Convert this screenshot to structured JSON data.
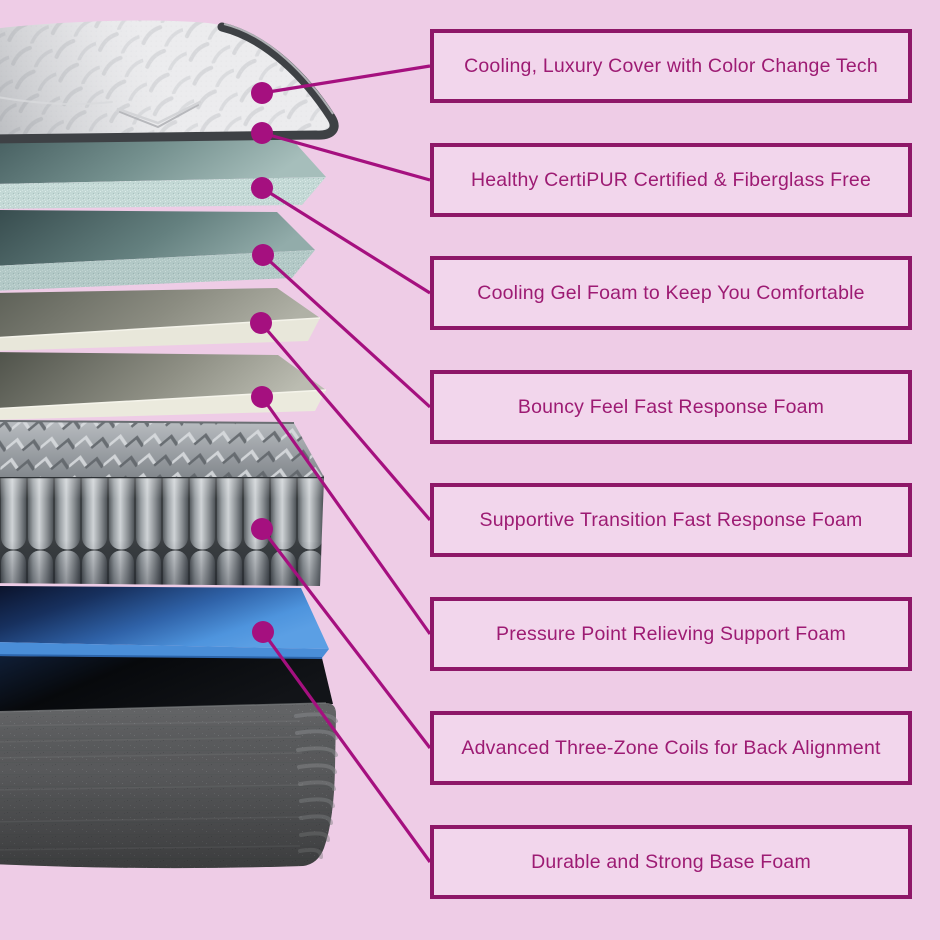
{
  "infographic": {
    "callouts": [
      {
        "id": "cover",
        "label": "Cooling, Luxury Cover with Color Change Tech"
      },
      {
        "id": "certipur",
        "label": "Healthy CertiPUR Certified & Fiberglass Free"
      },
      {
        "id": "gel-foam",
        "label": "Cooling Gel Foam to Keep You Comfortable"
      },
      {
        "id": "bouncy",
        "label": "Bouncy Feel Fast Response Foam"
      },
      {
        "id": "transition",
        "label": "Supportive Transition Fast Response Foam"
      },
      {
        "id": "pressure",
        "label": "Pressure Point Relieving Support Foam"
      },
      {
        "id": "coils",
        "label": "Advanced Three-Zone Coils for Back Alignment"
      },
      {
        "id": "base",
        "label": "Durable and Strong Base Foam"
      }
    ]
  },
  "palette": {
    "bg": "#eecce6",
    "box-fill": "#f2d6ec",
    "box-border": "#8e1768",
    "text": "#9d1b73",
    "accent": "#a5107f"
  }
}
